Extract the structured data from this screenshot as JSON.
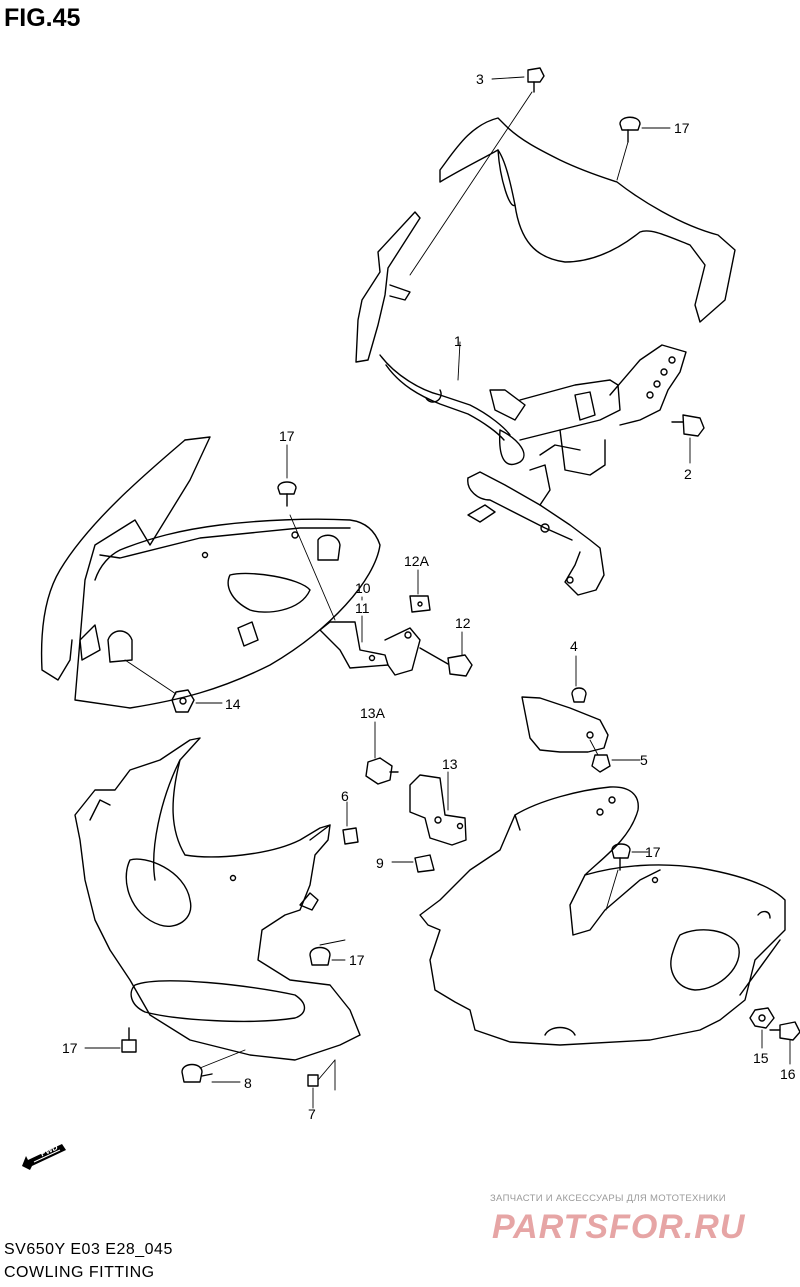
{
  "figure": {
    "title": "FIG.45",
    "code": "SV650Y E03 E28_045",
    "name": "COWLING FITTING"
  },
  "fwd_marker": {
    "label": "FWD",
    "icon": "forward-arrow-icon"
  },
  "watermark": {
    "tagline": "ЗАПЧАСТИ И АКСЕССУАРЫ ДЛЯ МОТОТЕХНИКИ",
    "logo_text": "PARTSFOR.RU",
    "color": "#e8a0a0"
  },
  "callouts": [
    {
      "id": "c3",
      "text": "3"
    },
    {
      "id": "c17a",
      "text": "17"
    },
    {
      "id": "c1",
      "text": "1"
    },
    {
      "id": "c2",
      "text": "2"
    },
    {
      "id": "c17b",
      "text": "17"
    },
    {
      "id": "c12A",
      "text": "12A"
    },
    {
      "id": "c10",
      "text": "10"
    },
    {
      "id": "c11",
      "text": "11"
    },
    {
      "id": "c12",
      "text": "12"
    },
    {
      "id": "c14",
      "text": "14"
    },
    {
      "id": "c4",
      "text": "4"
    },
    {
      "id": "c13A",
      "text": "13A"
    },
    {
      "id": "c5",
      "text": "5"
    },
    {
      "id": "c13",
      "text": "13"
    },
    {
      "id": "c6",
      "text": "6"
    },
    {
      "id": "c17c",
      "text": "17"
    },
    {
      "id": "c9",
      "text": "9"
    },
    {
      "id": "c17d",
      "text": "17"
    },
    {
      "id": "c17e",
      "text": "17"
    },
    {
      "id": "c8",
      "text": "8"
    },
    {
      "id": "c7",
      "text": "7"
    },
    {
      "id": "c15",
      "text": "15"
    },
    {
      "id": "c16",
      "text": "16"
    }
  ]
}
